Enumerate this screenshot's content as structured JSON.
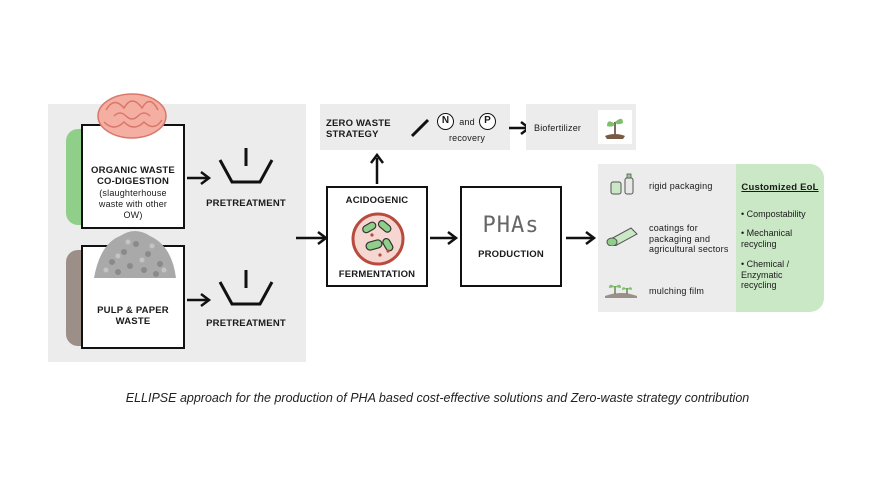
{
  "inputs": {
    "organic": {
      "title": "ORGANIC WASTE CO-DIGESTION",
      "note": "(slaughterhouse waste with other OW)"
    },
    "pulp": {
      "title": "PULP & PAPER WASTE"
    }
  },
  "pretreatment_label": "PRETREATMENT",
  "fermentation": {
    "top": "ACIDOGENIC",
    "bottom": "FERMENTATION"
  },
  "production": {
    "symbol": "PHAs",
    "label": "PRODUCTION"
  },
  "zero_waste": {
    "title": "ZERO WASTE STRATEGY",
    "n_letter": "N",
    "and": "and",
    "p_letter": "P",
    "recovery": "recovery",
    "biofertilizer": "Biofertilizer"
  },
  "outputs": [
    {
      "label": "rigid packaging",
      "icon": "bottle-icon"
    },
    {
      "label": "coatings for packaging and agricultural sectors",
      "icon": "film-roll-icon"
    },
    {
      "label": "mulching film",
      "icon": "seedling-icon"
    }
  ],
  "eol": {
    "title": "Customized EoL",
    "items": [
      "Compostability",
      "Mechanical recycling",
      "Chemical / Enzymatic recycling"
    ]
  },
  "caption": "ELLIPSE approach for the production of PHA based cost-effective solutions and Zero-waste strategy contribution",
  "colors": {
    "green": "#8fcf8a",
    "eol_green": "#cbe8c6",
    "brown": "#9c8f87",
    "panel_gray": "#ececec",
    "organic_pink": "#f2a79c"
  }
}
